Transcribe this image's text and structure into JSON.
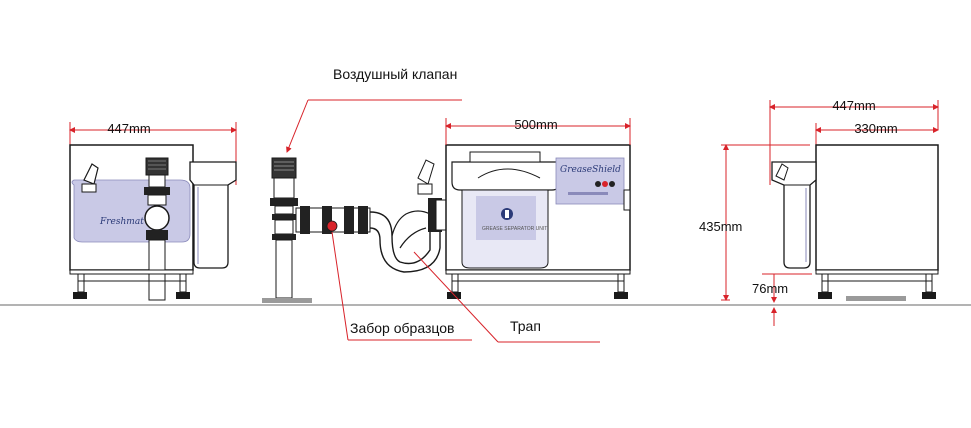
{
  "labels": {
    "air_valve": "Воздушный клапан",
    "sampling": "Забор образцов",
    "trap": "Трап"
  },
  "dimensions": {
    "left_width": "447mm",
    "front_width": "500mm",
    "right_width_total": "447mm",
    "right_width_body": "330mm",
    "height": "435mm",
    "leg_height": "76mm"
  },
  "branding": {
    "name": "GreaseShield"
  },
  "colors": {
    "dimension_line": "#d8232a",
    "outline": "#1a1a1a",
    "panel_blue": "#c9c9e6",
    "floor": "#9a9a9a"
  }
}
